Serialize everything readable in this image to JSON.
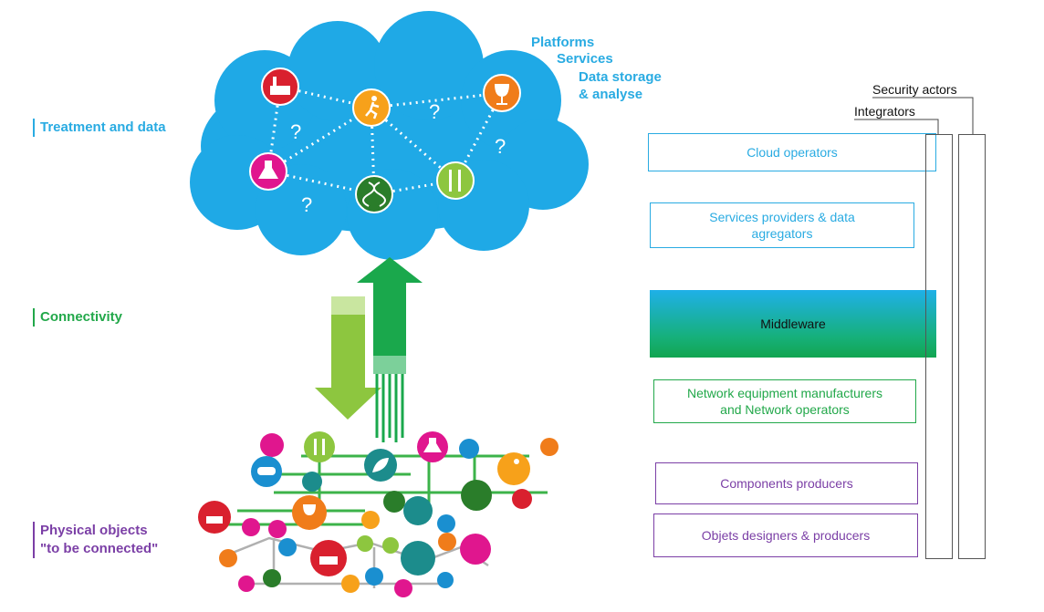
{
  "layers": {
    "treatment": "Treatment and data",
    "connectivity": "Connectivity",
    "physical": "Physical objects\n \"to be connected\""
  },
  "cloud": {
    "platforms": "Platforms",
    "services": "Services",
    "storage_line1": "Data storage",
    "storage_line2": "& analyse",
    "question_mark": "?"
  },
  "actors": {
    "cloud_operators": "Cloud operators",
    "services_providers": "Services providers & data\nagregators",
    "middleware": "Middleware",
    "network": "Network equipment manufacturers\nand Network operators",
    "components": "Components producers",
    "objets": "Objets designers & producers",
    "integrators": "Integrators",
    "security": "Security actors"
  },
  "colors": {
    "cloud_blue": "#29abe2",
    "connect_green": "#22a84a",
    "physical_purple": "#7b3fa6",
    "arrow_light_green": "#8dc63f",
    "arrow_dark_green": "#1aa84c"
  },
  "icons": {
    "cloud_nodes": [
      "factory-icon",
      "runner-icon",
      "wine-glass-icon",
      "flask-icon",
      "dna-icon",
      "cutlery-icon"
    ]
  }
}
